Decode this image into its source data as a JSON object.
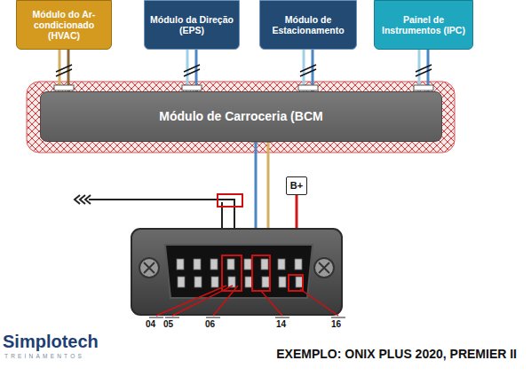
{
  "diagram": {
    "caption": "EXEMPLO: ONIX PLUS 2020, PREMIER II",
    "nodes": [
      {
        "text": [
          "Módulo do Ar-condicionado (HVAC)"
        ]
      },
      {
        "text": [
          "Módulo da Direção (EPS)"
        ]
      },
      {
        "text": [
          "Módulo de Estacionamento"
        ]
      },
      {
        "text": [
          "Painel de Instrumentos (IPC)"
        ]
      },
      {
        "text": [
          "Módulo de Carroceria (BCM"
        ]
      },
      {
        "text": [
          "B+"
        ]
      }
    ],
    "edges": [
      {
        "from": 0,
        "to": 4,
        "arrow": "none"
      },
      {
        "from": 1,
        "to": 4,
        "arrow": "none"
      },
      {
        "from": 2,
        "to": 4,
        "arrow": "none"
      },
      {
        "from": 3,
        "to": 4,
        "arrow": "none"
      }
    ],
    "labels": [
      "04",
      "05",
      "06",
      "14",
      "16",
      "Simplotech",
      "TREINAMENTOS"
    ]
  }
}
